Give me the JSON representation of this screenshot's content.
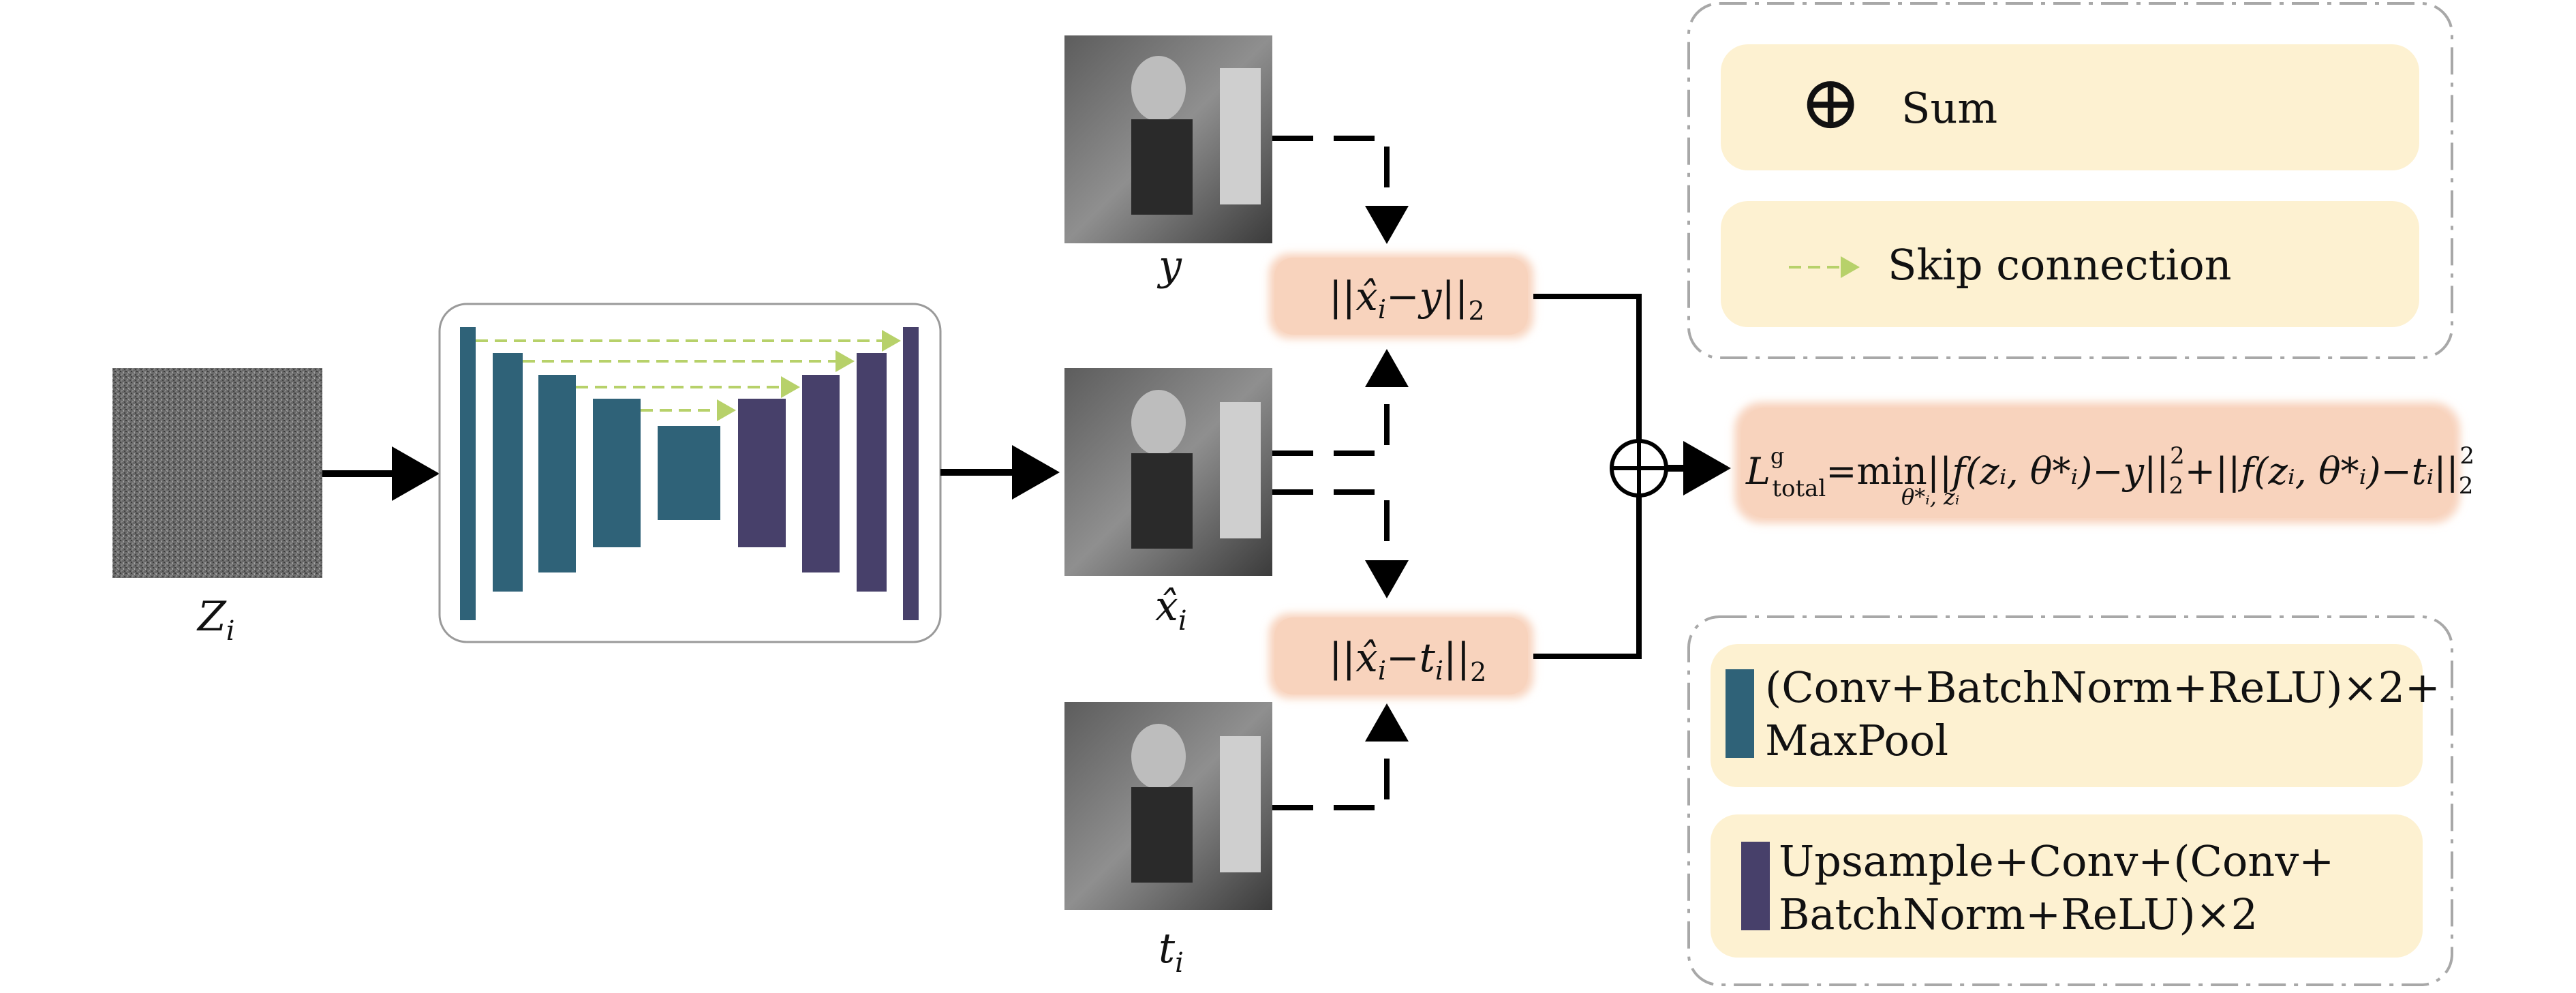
{
  "colors": {
    "encoder": "#2f6278",
    "decoder": "#47406a",
    "skip": "#b7d16a",
    "loss_box": "#f8d3bd",
    "legend_box": "#fdf1d1",
    "dash_border": "#a8a8a8",
    "arrow": "#000000"
  },
  "labels": {
    "noise": {
      "base": "Z",
      "sub": "i"
    },
    "y": {
      "base": "y"
    },
    "xhat": {
      "base": "x̂",
      "sub": "i"
    },
    "t": {
      "base": "t",
      "sub": "i"
    }
  },
  "losses": {
    "loss1": {
      "open": "||",
      "xhat": "x̂",
      "xsub": "i",
      "minus": "−",
      "target": "y",
      "tsub": "",
      "close": "||",
      "norm": "2"
    },
    "loss2": {
      "open": "||",
      "xhat": "x̂",
      "xsub": "i",
      "minus": "−",
      "target": "t",
      "tsub": "i",
      "close": "||",
      "norm": "2"
    }
  },
  "total_loss": {
    "L": "L",
    "sup": "g",
    "sub": "total",
    "eq": "=",
    "min": "min",
    "min_sub": "θ*ᵢ, zᵢ",
    "term1": "||f(zᵢ, θ*ᵢ)−y||",
    "term1_sub": "2",
    "term1_sup": "2",
    "plus": "+",
    "term2": "||f(zᵢ, θ*ᵢ)−tᵢ||",
    "term2_sub": "2",
    "term2_sup": "2"
  },
  "legend_top": {
    "sum_symbol": "⊕",
    "sum_label": "Sum",
    "skip_label": "Skip connection"
  },
  "legend_bottom": {
    "encoder_label_line1": "(Conv+BatchNorm+ReLU)×2+",
    "encoder_label_line2": "MaxPool",
    "decoder_label_line1": "Upsample+Conv+(Conv+",
    "decoder_label_line2": "BatchNorm+ReLU)×2"
  },
  "sum_node_symbol": "⊕"
}
